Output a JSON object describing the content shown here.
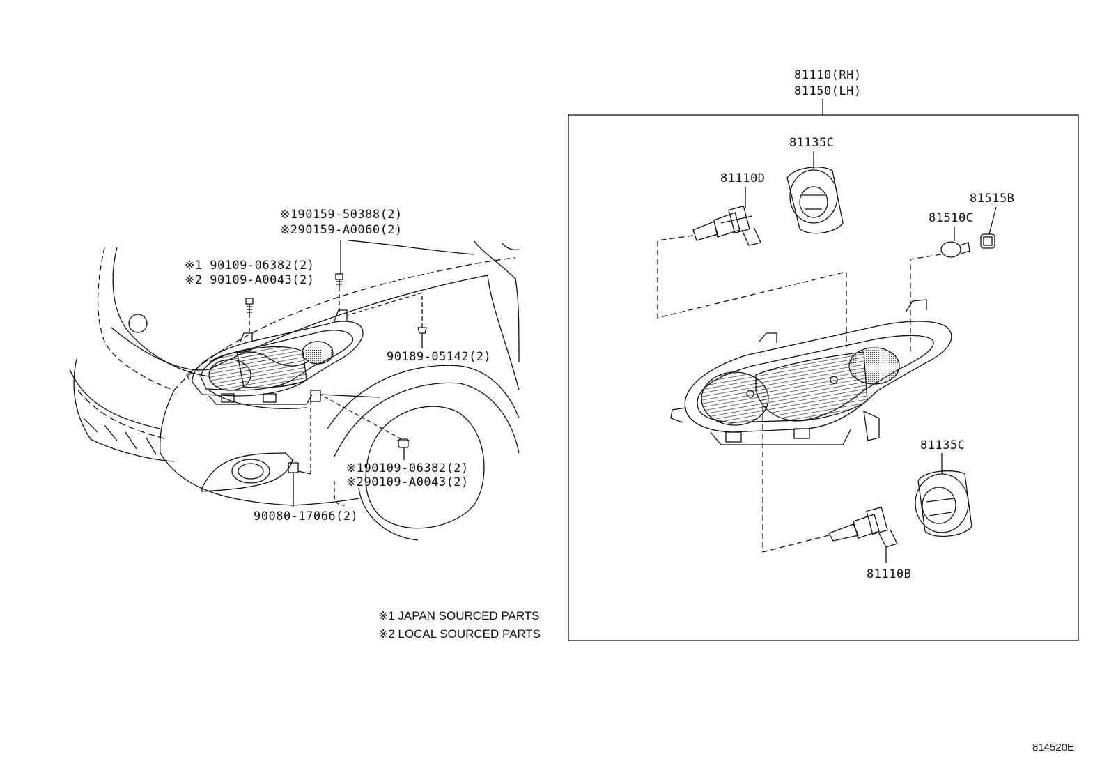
{
  "assembly": {
    "rh": "81110(RH)",
    "lh": "81150(LH)"
  },
  "callouts": {
    "socket_cover_upper": "81135C",
    "bulb_upper": "81110D",
    "bulb_side": "81510C",
    "socket_side": "81515B",
    "socket_cover_lower": "81135C",
    "bulb_lower": "81110B",
    "bolt_top_1": "※190159-50388(2)",
    "bolt_top_2": "※290159-A0060(2)",
    "screw_upper_1": "※1 90109-06382(2)",
    "screw_upper_2": "※2 90109-A0043(2)",
    "clip_fender": "90189-05142(2)",
    "screw_lower_1": "※190109-06382(2)",
    "screw_lower_2": "※290109-A0043(2)",
    "nut_bumper": "90080-17066(2)"
  },
  "notes": {
    "japan": "※1 JAPAN SOURCED PARTS",
    "local": "※2 LOCAL SOURCED PARTS"
  },
  "illustration_id": "814520E"
}
